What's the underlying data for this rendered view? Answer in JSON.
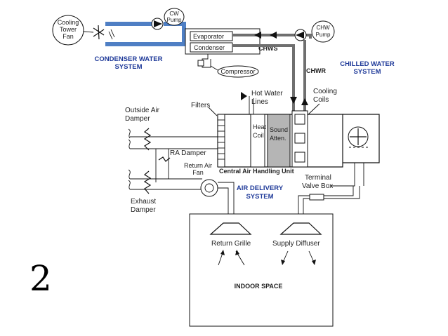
{
  "slide_number": "2",
  "condenser": {
    "cooling_tower_fan": [
      "Cooling",
      "Tower",
      "Fan"
    ],
    "cw_pump": [
      "CW",
      "Pump"
    ],
    "evaporator": "Evaporator",
    "condenser": "Condenser",
    "compressor": "Compressor",
    "system_label": [
      "CONDENSER WATER",
      "SYSTEM"
    ]
  },
  "chilled": {
    "chws": "CHWS",
    "chwr": "CHWR",
    "chw_pump": [
      "CHW",
      "Pump"
    ],
    "system_label": [
      "CHILLED WATER",
      "SYSTEM"
    ]
  },
  "ahu": {
    "hot_water_lines": [
      "Hot Water",
      "Lines"
    ],
    "cooling_coils": [
      "Cooling",
      "Coils"
    ],
    "filters": "Filters",
    "heat_coil": [
      "Heat",
      "Coil"
    ],
    "sound_atten": [
      "Sound",
      "Atten."
    ],
    "outside_air_damper": [
      "Outside Air",
      "Damper"
    ],
    "ra_damper": "RA Damper",
    "return_air_fan": [
      "Return Air",
      "Fan"
    ],
    "central_unit": "Central Air Handling Unit",
    "exhaust_damper": [
      "Exhaust",
      "Damper"
    ]
  },
  "delivery": {
    "system_label": [
      "AIR DELIVERY",
      "SYSTEM"
    ],
    "terminal_valve_box": [
      "Terminal",
      "Valve Box"
    ]
  },
  "space": {
    "return_grille": "Return Grille",
    "supply_diffuser": "Supply Diffuser",
    "indoor_space": "INDOOR SPACE"
  },
  "colors": {
    "condenser_pipe": "#4f7fc4",
    "chilled_pipe": "#6f6f6f",
    "system_label": "#1f3a99",
    "sound_atten_fill": "#b5b5b5"
  }
}
